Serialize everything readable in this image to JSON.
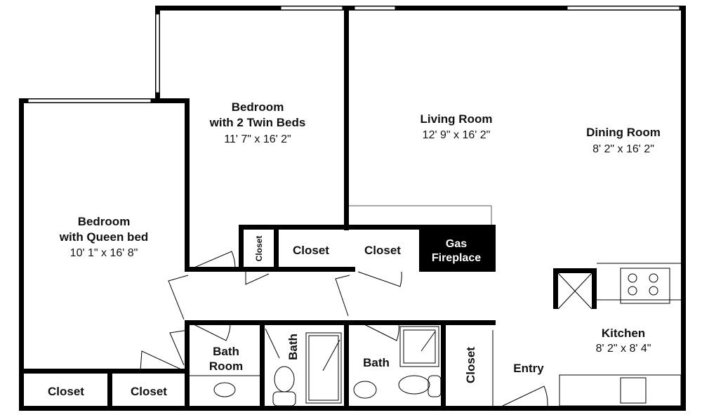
{
  "rooms": {
    "bedroom_twin": {
      "title1": "Bedroom",
      "title2": "with 2 Twin Beds",
      "dims": "11' 7\" x 16' 2\""
    },
    "living": {
      "title": "Living Room",
      "dims": "12' 9\" x 16' 2\""
    },
    "dining": {
      "title": "Dining Room",
      "dims": "8' 2\" x 16' 2\""
    },
    "bedroom_queen": {
      "title1": "Bedroom",
      "title2": "with Queen bed",
      "dims": "10' 1\" x 16' 8\""
    },
    "kitchen": {
      "title": "Kitchen",
      "dims": "8' 2\" x 8' 4\""
    },
    "fireplace": {
      "line1": "Gas",
      "line2": "Fireplace"
    },
    "bath_room": {
      "line1": "Bath",
      "line2": "Room"
    },
    "bath_shower": {
      "label": "Bath"
    },
    "bath_main": {
      "label": "Bath"
    },
    "entry": {
      "label": "Entry"
    },
    "closets": [
      "Closet",
      "Closet",
      "Closet",
      "Closet",
      "Closet",
      "Closet"
    ]
  },
  "colors": {
    "walls": "#000000",
    "background": "#ffffff"
  }
}
